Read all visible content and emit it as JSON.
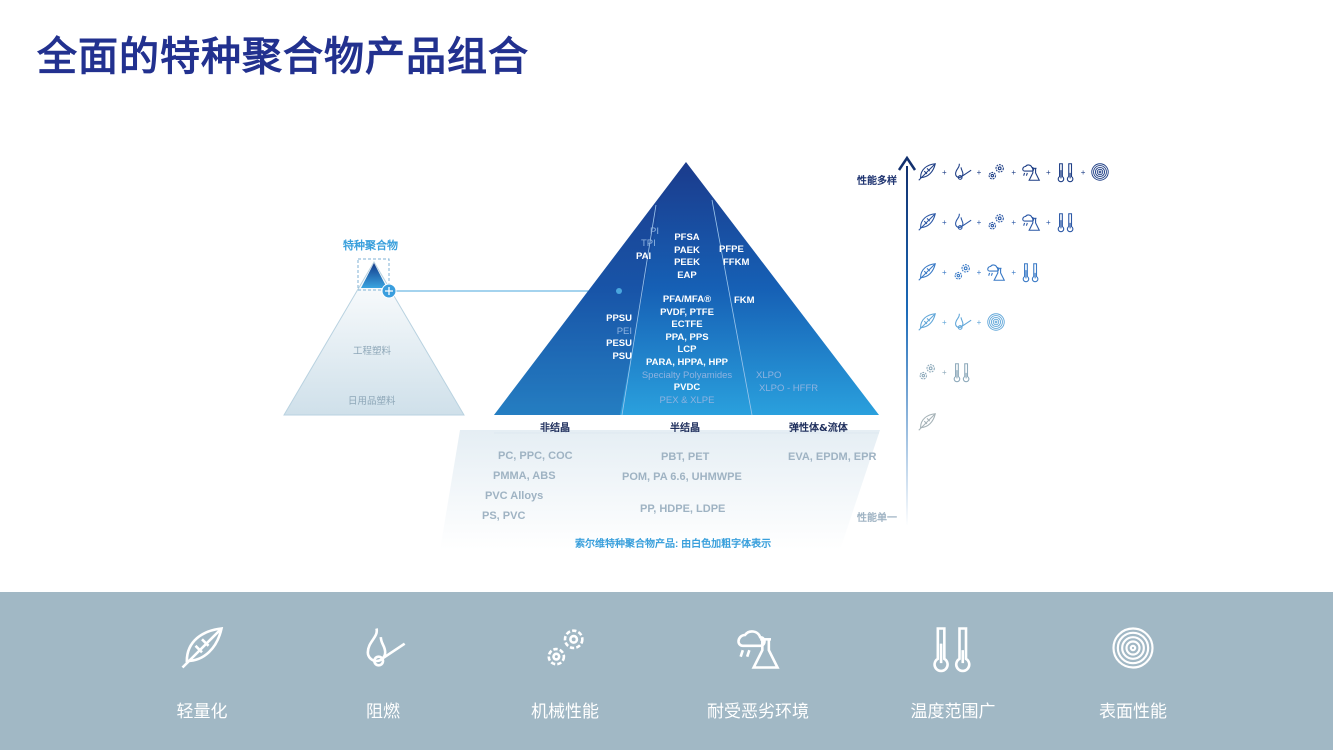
{
  "title": "全面的特种聚合物产品组合",
  "left_pyramid": {
    "top_label": "特种聚合物",
    "mid_label": "工程塑料",
    "bottom_label": "日用品塑料"
  },
  "pyramid": {
    "amorphous": {
      "bold_top": [
        "PAI"
      ],
      "light_top": [
        "PI",
        "TPI"
      ],
      "items": [
        {
          "t": "PPSU",
          "b": true
        },
        {
          "t": "PEI",
          "b": false
        },
        {
          "t": "PESU",
          "b": true
        },
        {
          "t": "PSU",
          "b": true
        }
      ]
    },
    "semi": {
      "top": [
        "PFSA",
        "PAEK",
        "PEEK",
        "EAP"
      ],
      "items": [
        {
          "t": "PFA/MFA®",
          "b": true
        },
        {
          "t": "PVDF, PTFE",
          "b": true
        },
        {
          "t": "ECTFE",
          "b": true
        },
        {
          "t": "PPA, PPS",
          "b": true
        },
        {
          "t": "LCP",
          "b": true
        },
        {
          "t": "PARA, HPPA, HPP",
          "b": true
        },
        {
          "t": "Specialty Polyamides",
          "b": false
        },
        {
          "t": "PVDC",
          "b": true
        },
        {
          "t": "PEX & XLPE",
          "b": false
        }
      ]
    },
    "elastomer": {
      "top": [
        "PFPE",
        "FFKM"
      ],
      "mid": "FKM",
      "light": [
        "XLPO",
        "XLPO - HFFR"
      ]
    }
  },
  "categories": [
    "非结晶",
    "半结晶",
    "弹性体&流体"
  ],
  "base": {
    "amorphous": [
      "PC, PPC, COC",
      "PMMA, ABS",
      "PVC Alloys",
      "PS, PVC"
    ],
    "semi": [
      "PBT, PET",
      "POM, PA 6.6, UHMWPE",
      "PP, HDPE, LDPE"
    ],
    "elastomer": [
      "EVA, EPDM, EPR"
    ]
  },
  "footnote": "索尔维特种聚合物产品: 由白色加粗字体表示",
  "axis": {
    "top": "性能多样",
    "bottom": "性能单一"
  },
  "icon_rows": [
    {
      "color": "#1f3f86",
      "icons": [
        "leaf-icon",
        "flame-icon",
        "gears-icon",
        "weather-flask-icon",
        "thermometer-icon",
        "fingerprint-icon"
      ]
    },
    {
      "color": "#2c58a6",
      "icons": [
        "leaf-icon",
        "flame-icon",
        "gears-icon",
        "weather-flask-icon",
        "thermometer-icon"
      ]
    },
    {
      "color": "#3a7ac6",
      "icons": [
        "leaf-icon",
        "gears-icon",
        "weather-flask-icon",
        "thermometer-icon"
      ]
    },
    {
      "color": "#62a7d9",
      "icons": [
        "leaf-icon",
        "flame-icon",
        "fingerprint-icon"
      ]
    },
    {
      "color": "#8eaabb",
      "icons": [
        "gears-icon",
        "thermometer-icon"
      ]
    },
    {
      "color": "#a6b3b8",
      "icons": [
        "leaf-icon"
      ]
    }
  ],
  "features": [
    {
      "icon": "leaf-icon",
      "label": "轻量化"
    },
    {
      "icon": "flame-icon",
      "label": "阻燃"
    },
    {
      "icon": "gears-icon",
      "label": "机械性能"
    },
    {
      "icon": "weather-flask-icon",
      "label": "耐受恶劣环境"
    },
    {
      "icon": "thermometer-icon",
      "label": "温度范围广"
    },
    {
      "icon": "fingerprint-icon",
      "label": "表面性能"
    }
  ]
}
